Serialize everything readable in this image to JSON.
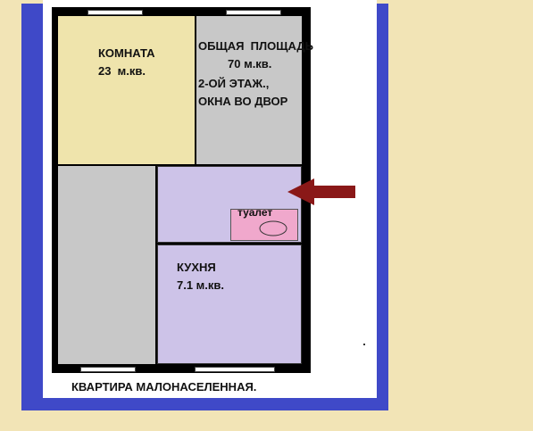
{
  "plan": {
    "room_label": "КОМНАТА",
    "room_area": "23  м.кв.",
    "total_area_label": "ОБЩАЯ  ПЛОЩАДЬ",
    "total_area_value": "70 м.кв.",
    "floor_label": "2-ОЙ ЭТАЖ.,",
    "windows_label": "ОКНА ВО ДВОР",
    "toilet_label": "туалет",
    "kitchen_label": "КУХНЯ",
    "kitchen_area": "7.1 м.кв.",
    "caption": "КВАРТИРА МАЛОНАСЕЛЕННАЯ."
  },
  "colors": {
    "room": "#efe4ac",
    "corridor": "#c8c8c8",
    "bath": "#cdc3e8",
    "kitchen": "#cdc3e8",
    "toilet": "#f0a8cc",
    "arrow": "#8a1818",
    "frame": "#3f49c8",
    "background": "#f2e4b6"
  }
}
